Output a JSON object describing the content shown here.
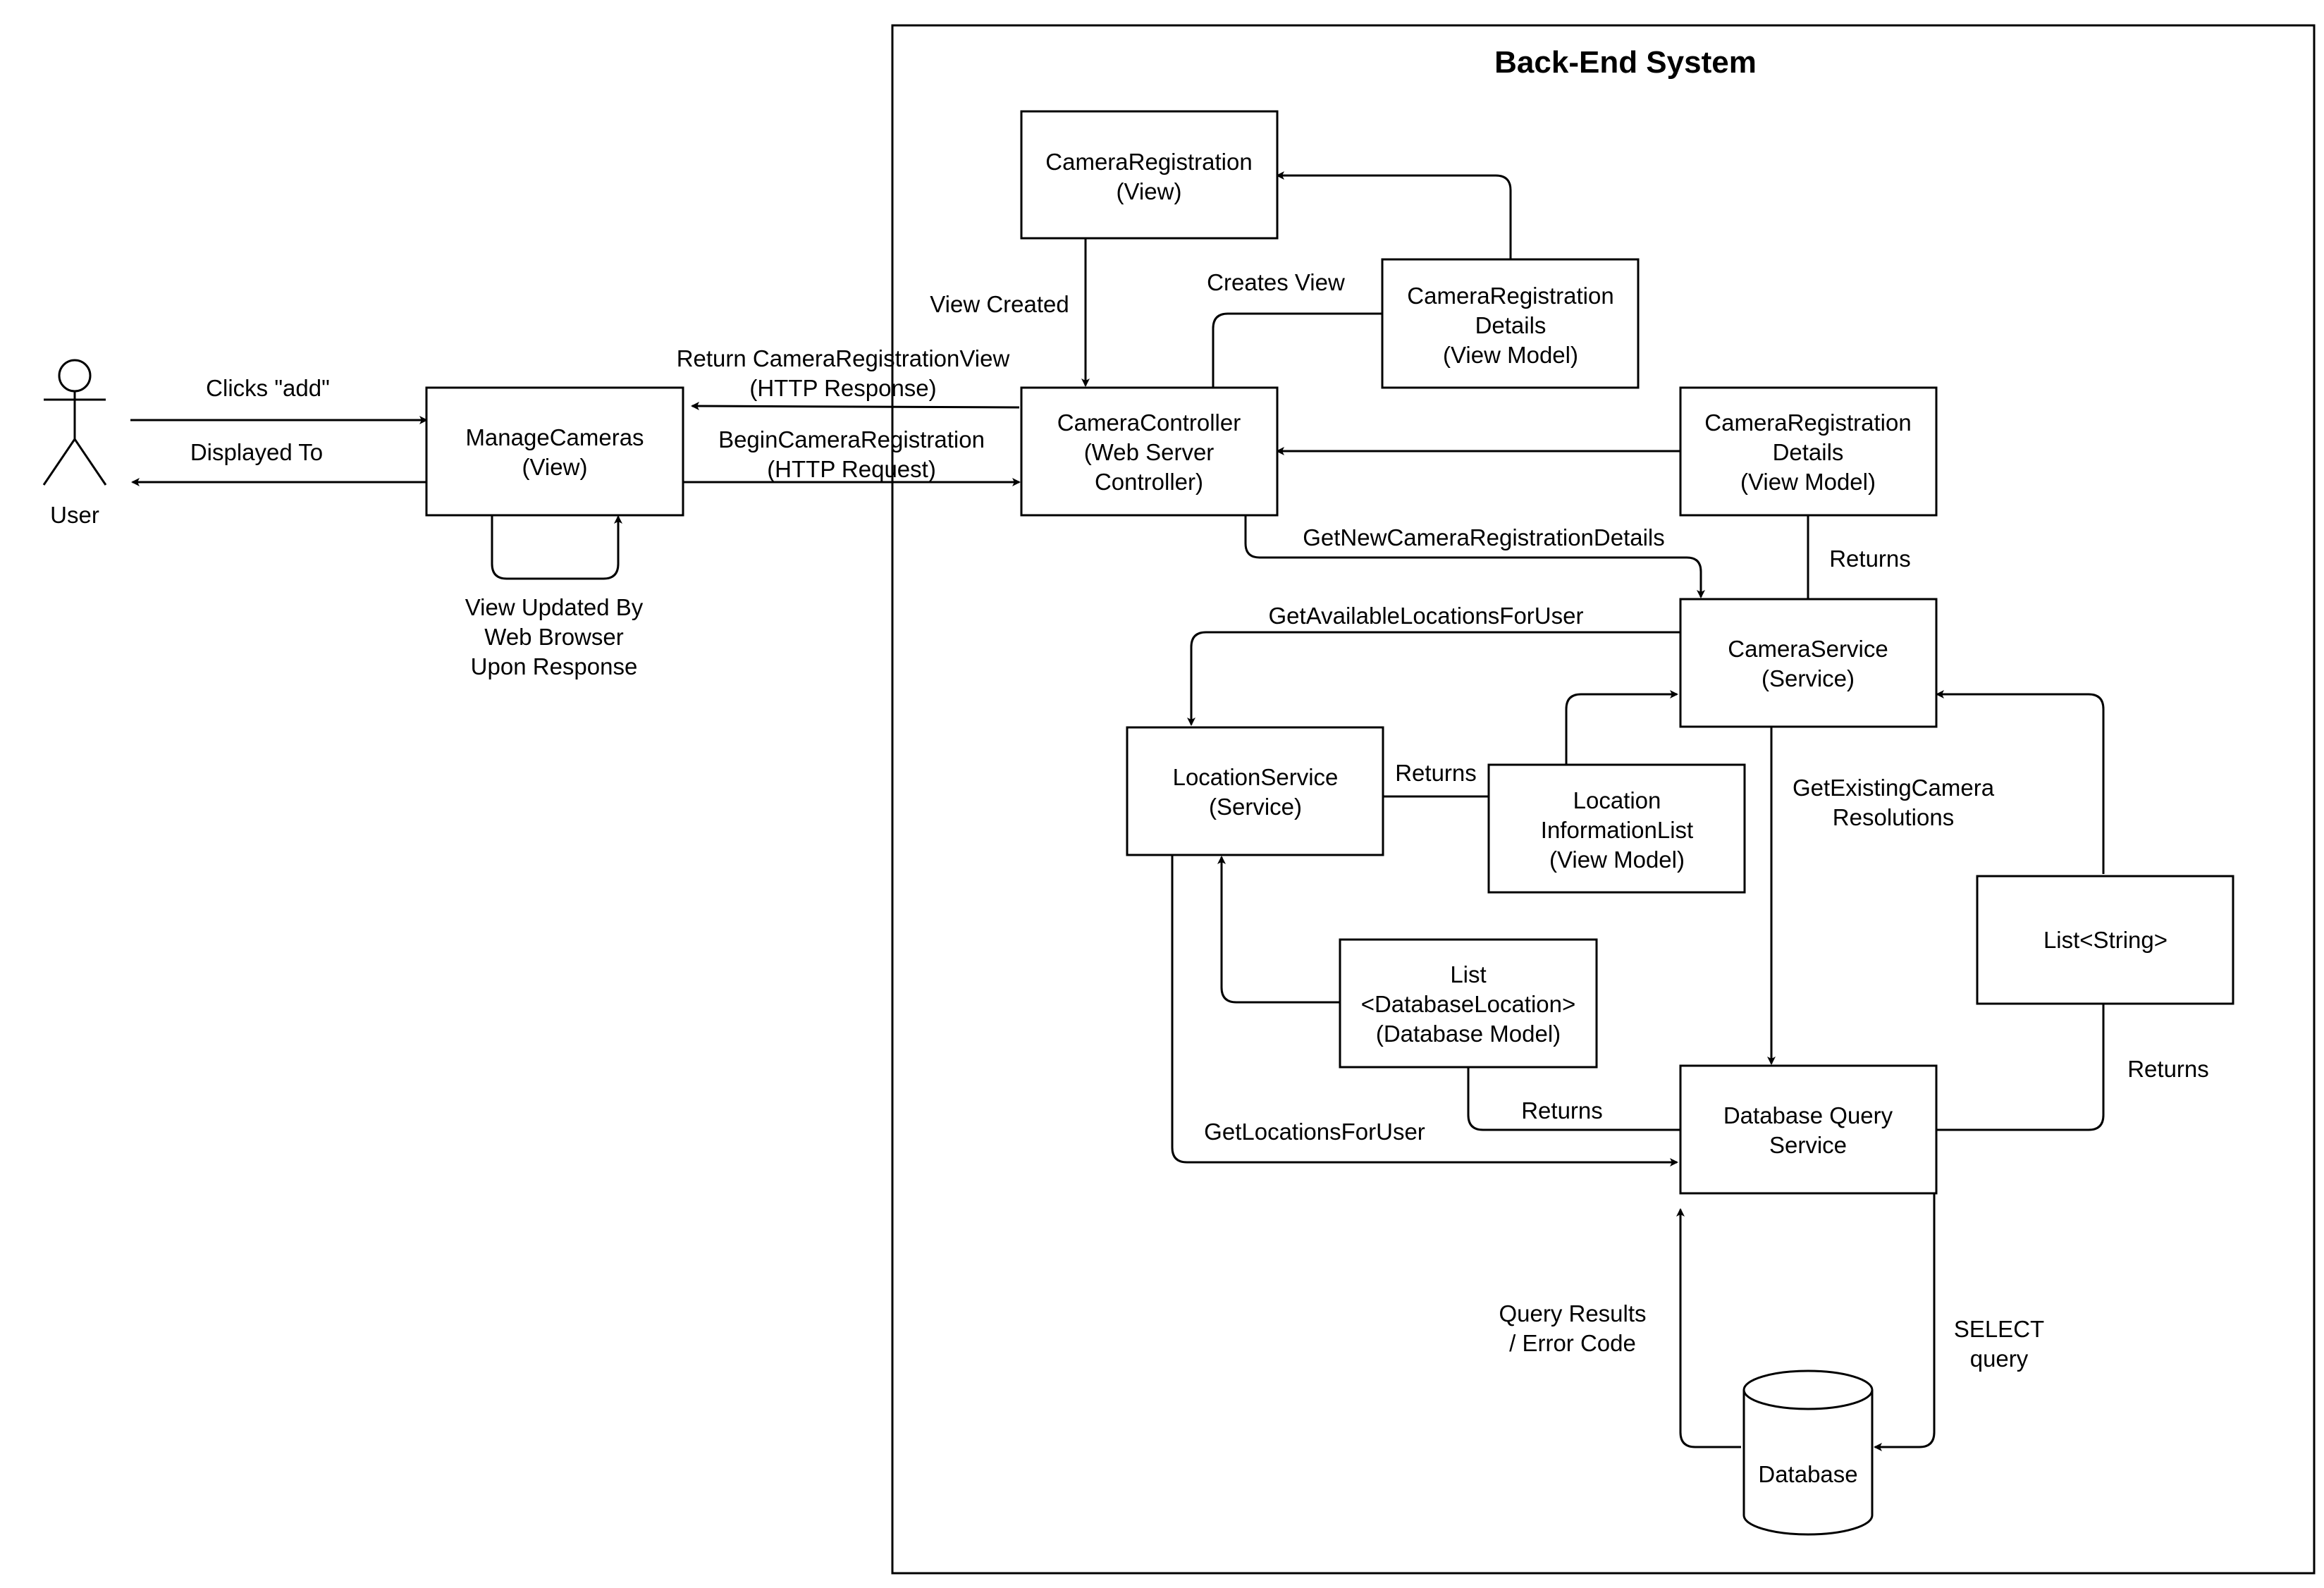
{
  "system": {
    "title": "Back-End System"
  },
  "actor": {
    "name": "User"
  },
  "nodes": {
    "manage_cameras": [
      "ManageCameras",
      "(View)"
    ],
    "camera_registration_view": [
      "CameraRegistration",
      "(View)"
    ],
    "camera_registration_details_top": [
      "CameraRegistration",
      "Details",
      "(View Model)"
    ],
    "camera_controller": [
      "CameraController",
      "(Web Server",
      "Controller)"
    ],
    "camera_registration_details_mid": [
      "CameraRegistration",
      "Details",
      "(View Model)"
    ],
    "camera_service": [
      "CameraService",
      "(Service)"
    ],
    "location_service": [
      "LocationService",
      "(Service)"
    ],
    "location_information_list": [
      "Location",
      "InformationList",
      "(View Model)"
    ],
    "list_database_location": [
      "List",
      "<DatabaseLocation>",
      "(Database Model)"
    ],
    "list_string": [
      "List<String>"
    ],
    "database_query_service": [
      "Database Query",
      "Service"
    ],
    "database": [
      "Database"
    ]
  },
  "edges": {
    "clicks_add": [
      "Clicks \"add\""
    ],
    "displayed_to": [
      "Displayed To"
    ],
    "view_updated": [
      "View Updated By",
      "Web Browser",
      "Upon Response"
    ],
    "return_view": [
      "Return CameraRegistrationView",
      "(HTTP Response)"
    ],
    "begin_registration": [
      "BeginCameraRegistration",
      "(HTTP Request)"
    ],
    "view_created": [
      "View Created"
    ],
    "creates_view": [
      "Creates View"
    ],
    "get_new_details": [
      "GetNewCameraRegistrationDetails"
    ],
    "returns_details": [
      "Returns"
    ],
    "get_available_locations": [
      "GetAvailableLocationsForUser"
    ],
    "returns_location_list": [
      "Returns"
    ],
    "get_existing_resolutions": [
      "GetExistingCamera",
      "Resolutions"
    ],
    "returns_db_locations": [
      "Returns"
    ],
    "get_locations_for_user": [
      "GetLocationsForUser"
    ],
    "returns_strings": [
      "Returns"
    ],
    "query_results": [
      "Query Results",
      "/ Error Code"
    ],
    "select_query": [
      "SELECT",
      "query"
    ]
  }
}
